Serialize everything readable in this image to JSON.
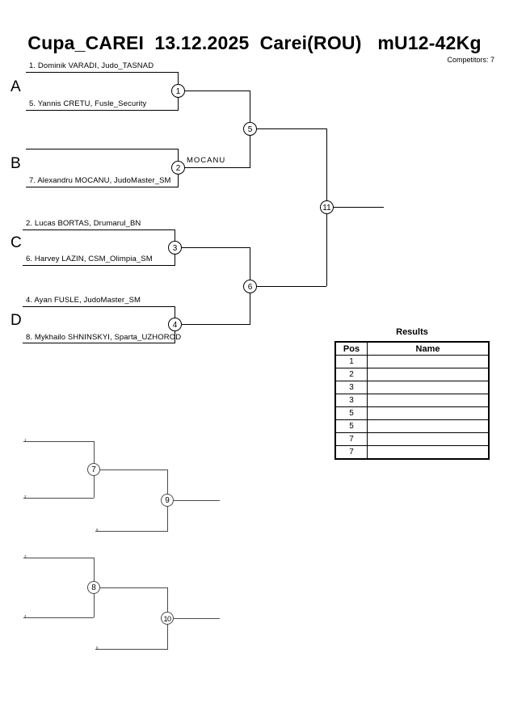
{
  "header": {
    "title": "Cupa_CAREI  13.12.2025  Carei(ROU)   mU12-42Kg",
    "competitors": "Competitors: 7"
  },
  "groups": [
    {
      "letter": "A"
    },
    {
      "letter": "B"
    },
    {
      "letter": "C"
    },
    {
      "letter": "D"
    }
  ],
  "competitors": [
    {
      "label": "1. Dominik VARADI, Judo_TASNAD"
    },
    {
      "label": "5. Yannis CRETU, Fusle_Security"
    },
    {
      "label": ""
    },
    {
      "label": "7. Alexandru MOCANU, JudoMaster_SM"
    },
    {
      "label": "2. Lucas BORTAS, Drumarul_BN"
    },
    {
      "label": "6. Harvey LAZIN, CSM_Olimpia_SM"
    },
    {
      "label": "4. Ayan FUSLE, JudoMaster_SM"
    },
    {
      "label": "8. Mykhailo SHNINSKYI, Sparta_UZHOROD"
    }
  ],
  "annotations": {
    "match2_winner": "MOCANU"
  },
  "matches": {
    "m1": "1",
    "m2": "2",
    "m3": "3",
    "m4": "4",
    "m5": "5",
    "m6": "6",
    "m7": "7",
    "m8": "8",
    "m9": "9",
    "m10": "10",
    "m11": "11"
  },
  "repechage": {
    "seeds": {
      "r1_top": "1",
      "r1_bottom": "2",
      "r1_third": "6",
      "r2_top": "3",
      "r2_bottom": "4",
      "r2_third": "5"
    }
  },
  "results": {
    "title": "Results",
    "columns": [
      "Pos",
      "Name"
    ],
    "rows": [
      {
        "pos": "1",
        "name": ""
      },
      {
        "pos": "2",
        "name": ""
      },
      {
        "pos": "3",
        "name": ""
      },
      {
        "pos": "3",
        "name": ""
      },
      {
        "pos": "5",
        "name": ""
      },
      {
        "pos": "5",
        "name": ""
      },
      {
        "pos": "7",
        "name": ""
      },
      {
        "pos": "7",
        "name": ""
      }
    ]
  },
  "colors": {
    "line": "#000000",
    "thin_line": "#4a4a4a",
    "background": "#ffffff"
  }
}
